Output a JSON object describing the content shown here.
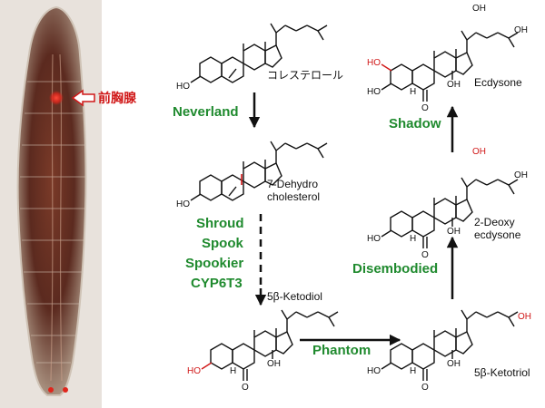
{
  "larva": {
    "gland_label": "前胸腺"
  },
  "compounds": {
    "cholesterol": "コレステロール",
    "dehydrocholesterol_line1": "7-Dehydro",
    "dehydrocholesterol_line2": "cholesterol",
    "ketodiol": "5β-Ketodiol",
    "ketotriol": "5β-Ketotriol",
    "deoxyecdysone_line1": "2-Deoxy",
    "deoxyecdysone_line2": "ecdysone",
    "ecdysone": "Ecdysone"
  },
  "enzymes": {
    "neverland": "Neverland",
    "shroud": "Shroud",
    "spook": "Spook",
    "spookier": "Spookier",
    "cyp6t3": "CYP6T3",
    "phantom": "Phantom",
    "disembodied": "Disembodied",
    "shadow": "Shadow"
  },
  "atom_labels": {
    "hydroxyl": "OH",
    "hydroxyl_left": "HO",
    "oxygen": "O",
    "hydrogen": "H"
  },
  "colors": {
    "enzyme_green": "#1f8a2e",
    "highlight_red": "#d01818",
    "bond_black": "#111111"
  }
}
